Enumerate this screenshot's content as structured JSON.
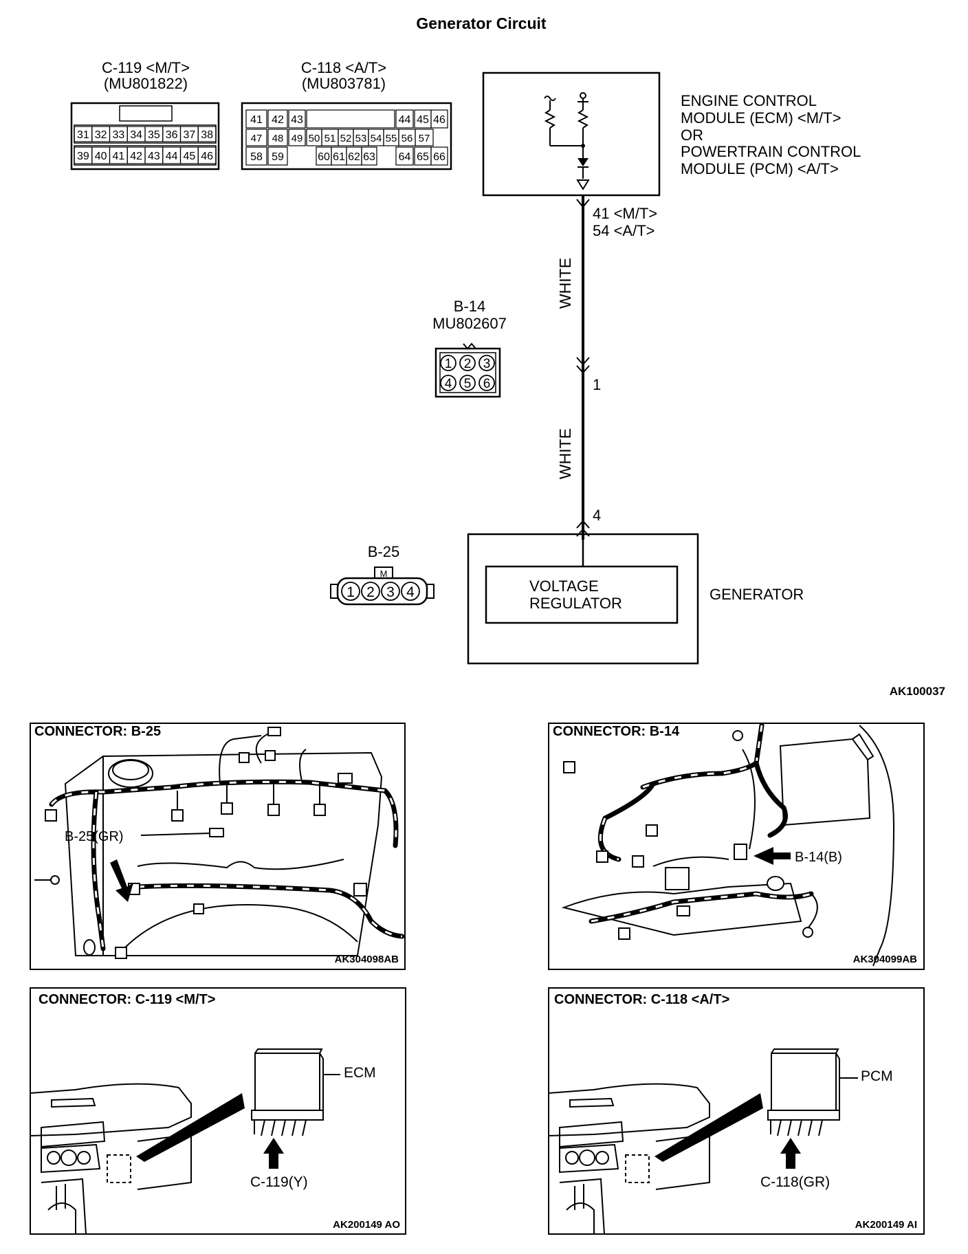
{
  "title": "Generator Circuit",
  "c119": {
    "label": "C-119 <M/T>",
    "part": "(MU801822)",
    "row1": [
      "31",
      "32",
      "33",
      "34",
      "35",
      "36",
      "37",
      "38"
    ],
    "row2": [
      "39",
      "40",
      "41",
      "42",
      "43",
      "44",
      "45",
      "46"
    ]
  },
  "c118": {
    "label": "C-118 <A/T>",
    "part": "(MU803781)",
    "row1": [
      "41",
      "42",
      "43",
      "44",
      "45",
      "46"
    ],
    "row2": [
      "47",
      "48",
      "49",
      "50",
      "51",
      "52",
      "53",
      "54",
      "55",
      "56",
      "57"
    ],
    "row3": [
      "58",
      "59",
      "60",
      "61",
      "62",
      "63",
      "64",
      "65",
      "66"
    ]
  },
  "module": {
    "line1": "ENGINE CONTROL",
    "line2": "MODULE (ECM) <M/T>",
    "line3": "OR",
    "line4": "POWERTRAIN CONTROL",
    "line5": "MODULE (PCM) <A/T>"
  },
  "pins": {
    "ecm_mt": "41 <M/T>",
    "ecm_at": "54 <A/T>",
    "b14": "1",
    "gen": "4"
  },
  "wires": {
    "upper": "WHITE",
    "lower": "WHITE"
  },
  "b14": {
    "label": "B-14",
    "part": "MU802607",
    "pins": [
      "1",
      "2",
      "3",
      "4",
      "5",
      "6"
    ]
  },
  "b25": {
    "label": "B-25",
    "key": "M",
    "pins": [
      "1",
      "2",
      "3",
      "4"
    ]
  },
  "generator": {
    "reg1": "VOLTAGE",
    "reg2": "REGULATOR",
    "label": "GENERATOR"
  },
  "diagram_code": "AK100037",
  "panels": {
    "b25": {
      "title": "CONNECTOR: B-25",
      "callout": "B-25(GR)",
      "code": "AK304098AB"
    },
    "b14": {
      "title": "CONNECTOR: B-14",
      "callout": "B-14(B)",
      "code": "AK304099AB"
    },
    "c119": {
      "title": "CONNECTOR: C-119 <M/T>",
      "unit": "ECM",
      "callout": "C-119(Y)",
      "code": "AK200149 AO"
    },
    "c118": {
      "title": "CONNECTOR: C-118 <A/T>",
      "unit": "PCM",
      "callout": "C-118(GR)",
      "code": "AK200149 AI"
    }
  }
}
